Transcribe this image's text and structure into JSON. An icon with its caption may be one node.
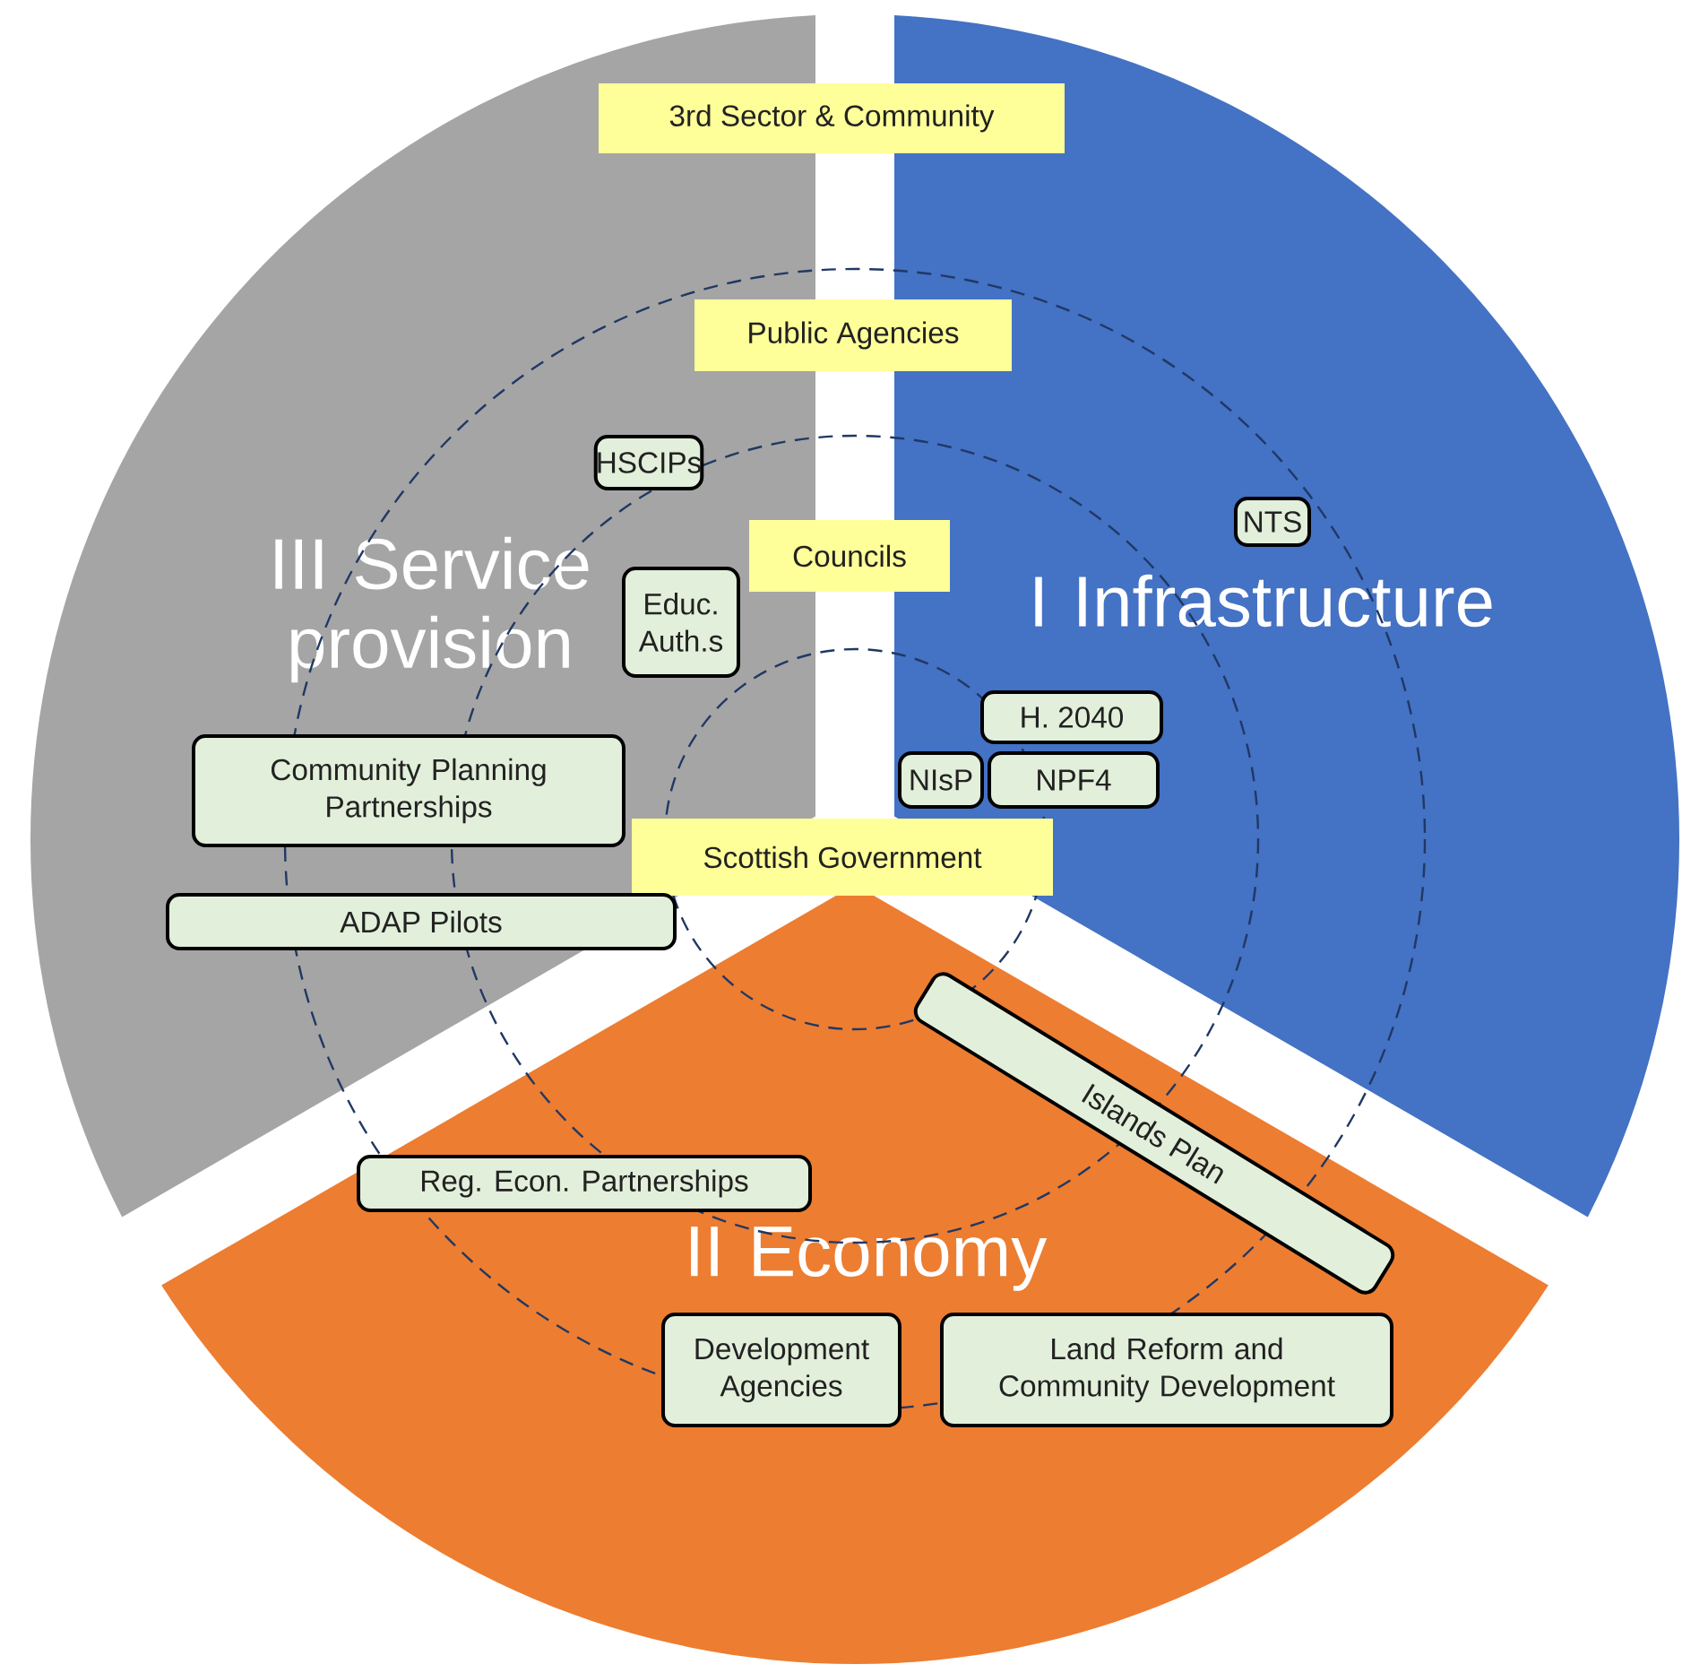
{
  "diagram": {
    "nodes": [
      {
        "text": [
          "III Service provision"
        ]
      },
      {
        "text": [
          "I Infrastructure"
        ]
      },
      {
        "text": [
          "II Economy"
        ]
      },
      {
        "text": [
          "3rd Sector & Community"
        ]
      },
      {
        "text": [
          "Public Agencies"
        ]
      },
      {
        "text": [
          "HSCIPs"
        ],
        "in": 0
      },
      {
        "text": [
          "NTS"
        ],
        "in": 1
      },
      {
        "text": [
          "Councils"
        ]
      },
      {
        "text": [
          "Educ. Auth.s"
        ],
        "in": 0
      },
      {
        "text": [
          "H. 2040"
        ],
        "in": 1
      },
      {
        "text": [
          "Community Planning Partnerships"
        ],
        "in": 0
      },
      {
        "text": [
          "NIsP"
        ],
        "in": 1
      },
      {
        "text": [
          "NPF4"
        ],
        "in": 1
      },
      {
        "text": [
          "Scottish Government"
        ]
      },
      {
        "text": [
          "ADAP Pilots"
        ],
        "in": 0
      },
      {
        "text": [
          "Islands Plan"
        ],
        "in": 2
      },
      {
        "text": [
          "Reg. Econ. Partnerships"
        ],
        "in": 2
      },
      {
        "text": [
          "Development Agencies"
        ],
        "in": 2
      },
      {
        "text": [
          "Land Reform and Community Development"
        ],
        "in": 2
      }
    ]
  }
}
